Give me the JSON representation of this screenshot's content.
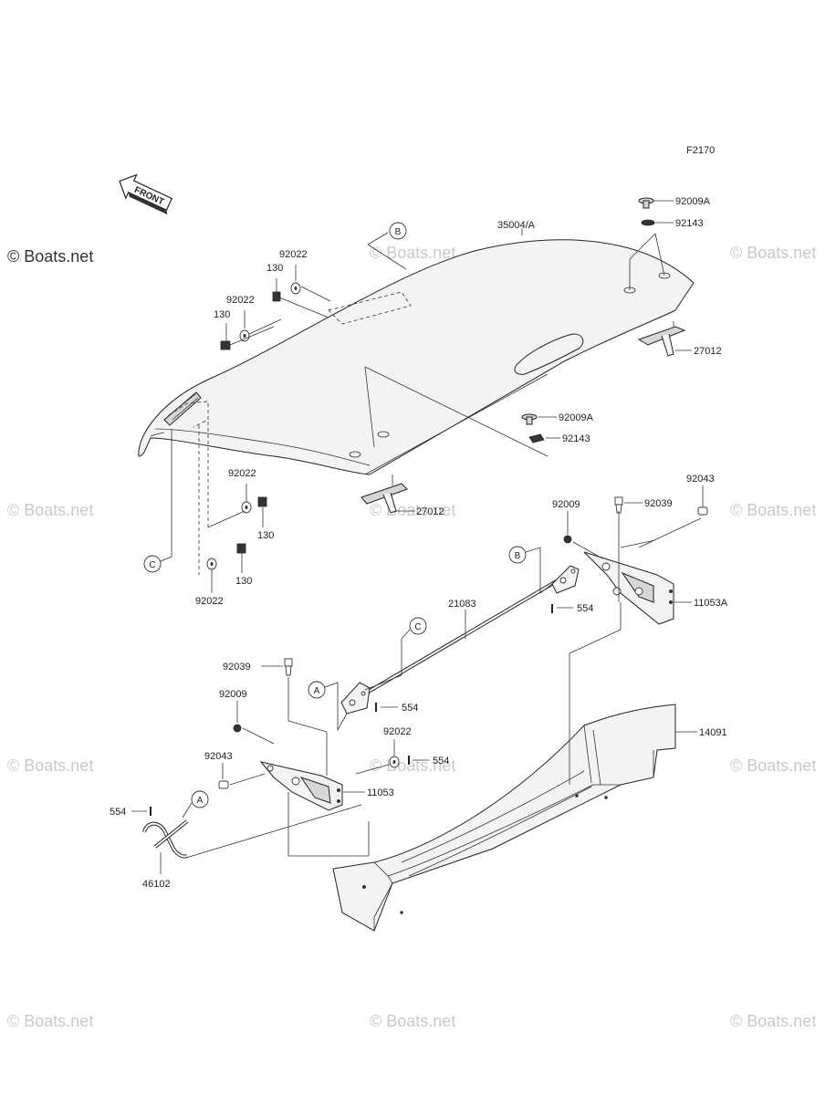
{
  "figure_code": "F2170",
  "front_marker": "FRONT",
  "watermark_text": "© Boats.net",
  "refs": {
    "A": "A",
    "B": "B",
    "C": "C"
  },
  "labels": {
    "p35004A": "35004/A",
    "p92009A_top": "92009A",
    "p92143_top": "92143",
    "p27012_right": "27012",
    "p92022_a": "92022",
    "p130_a": "130",
    "p92022_b": "92022",
    "p130_b": "130",
    "p92009A_mid": "92009A",
    "p92143_mid": "92143",
    "p92022_c": "92022",
    "p130_c": "130",
    "p27012_mid": "27012",
    "p130_d": "130",
    "p92022_d": "92022",
    "p92043_right": "92043",
    "p92009_right": "92009",
    "p92039_right": "92039",
    "p11053A": "11053A",
    "p554_right": "554",
    "p21083": "21083",
    "p92039_left": "92039",
    "p554_mid": "554",
    "p92009_left": "92009",
    "p92022_e": "92022",
    "p554_low": "554",
    "p92043_left": "92043",
    "p11053": "11053",
    "p14091": "14091",
    "p554_left": "554",
    "p46102": "46102"
  }
}
